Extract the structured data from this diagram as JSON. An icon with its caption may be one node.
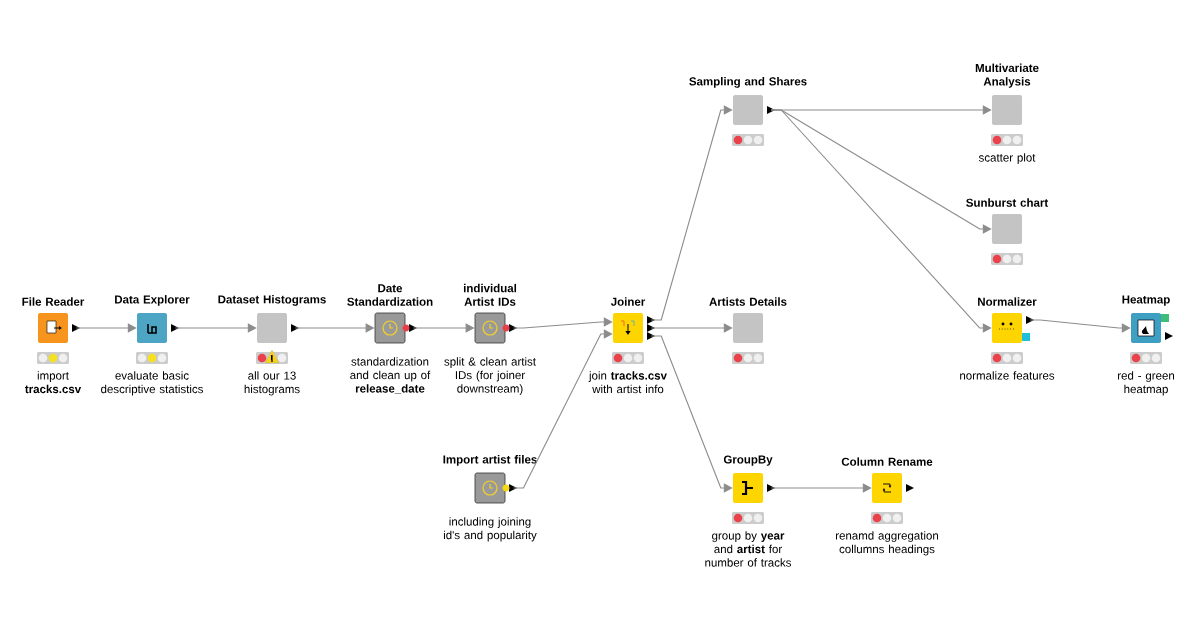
{
  "diagram": {
    "nodes": [
      {
        "text": [
          "File Reader"
        ],
        "beside": [
          "import **tracks.csv**"
        ]
      },
      {
        "text": [
          "Data Explorer"
        ],
        "beside": [
          "evaluate basic descriptive statistics"
        ]
      },
      {
        "text": [
          "Dataset Histograms"
        ],
        "beside": [
          "all our 13 histograms"
        ]
      },
      {
        "text": [
          "Date Standardization"
        ],
        "beside": [
          "standardization and clean up of **release_date**"
        ]
      },
      {
        "text": [
          "individual Artist IDs"
        ],
        "beside": [
          "split & clean artist IDs (for joiner downstream)"
        ]
      },
      {
        "text": [
          "Import artist files"
        ],
        "beside": [
          "including joining id's and popularity"
        ]
      },
      {
        "text": [
          "Joiner"
        ],
        "beside": [
          "join **tracks.csv** with artist info"
        ]
      },
      {
        "text": [
          "Sampling and Shares"
        ]
      },
      {
        "text": [
          "Artists Details"
        ]
      },
      {
        "text": [
          "GroupBy"
        ],
        "beside": [
          "group by **year** and **artist** for number of tracks"
        ]
      },
      {
        "text": [
          "Column Rename"
        ],
        "beside": [
          "renamd aggregation collumns headings"
        ]
      },
      {
        "text": [
          "Multivariate Analysis"
        ],
        "beside": [
          "scatter plot"
        ]
      },
      {
        "text": [
          "Sunburst chart"
        ]
      },
      {
        "text": [
          "Normalizer"
        ],
        "beside": [
          "normalize features"
        ]
      },
      {
        "text": [
          "Heatmap"
        ],
        "beside": [
          "red - green heatmap"
        ]
      }
    ],
    "edges": [
      {
        "from": 0,
        "to": 1,
        "arrow": "to"
      },
      {
        "from": 1,
        "to": 2,
        "arrow": "to"
      },
      {
        "from": 2,
        "to": 3,
        "arrow": "to"
      },
      {
        "from": 3,
        "to": 4,
        "arrow": "to"
      },
      {
        "from": 4,
        "to": 6,
        "arrow": "to"
      },
      {
        "from": 5,
        "to": 6,
        "arrow": "to"
      },
      {
        "from": 6,
        "to": 7,
        "arrow": "to"
      },
      {
        "from": 6,
        "to": 8,
        "arrow": "to"
      },
      {
        "from": 6,
        "to": 9,
        "arrow": "to"
      },
      {
        "from": 7,
        "to": 11,
        "arrow": "to"
      },
      {
        "from": 7,
        "to": 12,
        "arrow": "to"
      },
      {
        "from": 7,
        "to": 13,
        "arrow": "to"
      },
      {
        "from": 9,
        "to": 10,
        "arrow": "to"
      },
      {
        "from": 13,
        "to": 14,
        "arrow": "to"
      }
    ]
  }
}
